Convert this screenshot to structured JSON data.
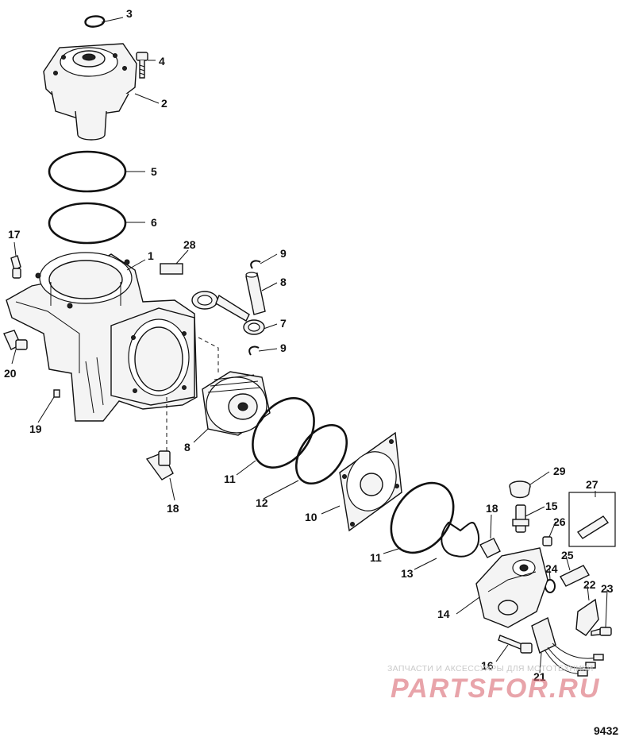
{
  "diagram": {
    "figure_number": "9432",
    "watermark_line1": "ЗАПЧАСТИ И АКСЕССУАРЫ ДЛЯ МОТОТЕХНИКИ",
    "watermark_logo": "PARTSFOR.RU",
    "callouts": [
      "3",
      "4",
      "2",
      "5",
      "6",
      "17",
      "28",
      "1",
      "9",
      "8",
      "7",
      "9",
      "20",
      "19",
      "8",
      "11",
      "12",
      "10",
      "18",
      "29",
      "27",
      "15",
      "26",
      "18",
      "11",
      "13",
      "25",
      "24",
      "22",
      "23",
      "14",
      "16",
      "21"
    ]
  }
}
